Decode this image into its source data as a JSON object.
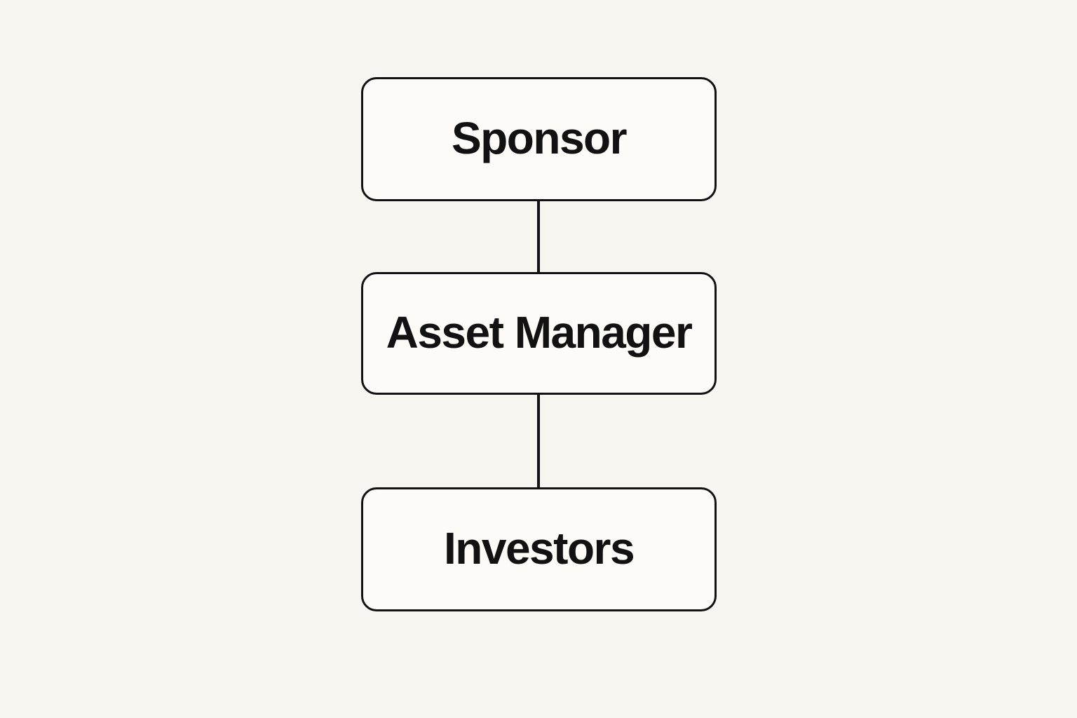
{
  "diagram": {
    "type": "flowchart",
    "direction": "top-down",
    "nodes": [
      {
        "id": "sponsor",
        "label": "Sponsor"
      },
      {
        "id": "asset-manager",
        "label": "Asset Manager"
      },
      {
        "id": "investors",
        "label": "Investors"
      }
    ],
    "edges": [
      {
        "from": "sponsor",
        "to": "asset-manager",
        "style": "solid-vertical-line"
      },
      {
        "from": "asset-manager",
        "to": "investors",
        "style": "solid-vertical-line"
      }
    ]
  },
  "colors": {
    "background": "#f7f5ef",
    "node_fill": "#fcfbf7",
    "node_border": "#121212",
    "text": "#121212",
    "connector": "#121212"
  }
}
